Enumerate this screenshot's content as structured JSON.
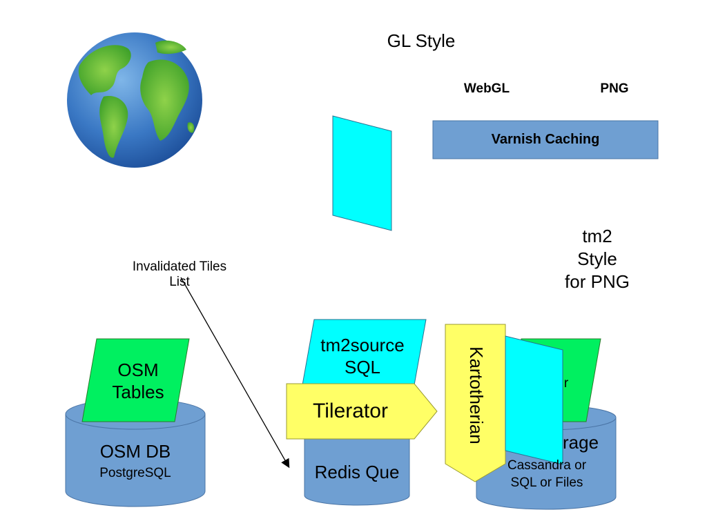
{
  "title": "GL Style",
  "webgl_label": "WebGL",
  "png_label": "PNG",
  "varnish": "Varnish Caching",
  "tm2_style": [
    "tm2",
    "Style",
    "for PNG"
  ],
  "invalidated": [
    "Invalidated Tiles",
    "List"
  ],
  "tm2source": [
    "tm2source",
    "SQL"
  ],
  "osm_tables": [
    "OSM",
    "Tables"
  ],
  "tilerator": "Tilerator",
  "kartotherian": "Kartotherian",
  "osm_db": "OSM DB",
  "postgresql": "PostgreSQL",
  "redis": "Redis Que",
  "storage_label": "rage",
  "storage_sub": [
    "Cassandra or",
    "SQL or Files"
  ],
  "hidden_fragments": [
    "r"
  ],
  "colors": {
    "db_fill": "#6f9fd2",
    "db_stroke": "#4a74a5",
    "green": "#00f060",
    "cyan": "#00ffff",
    "yellow": "#ffff66",
    "varnish": "#6f9fd2"
  },
  "icons": {
    "globe": "globe-icon"
  }
}
